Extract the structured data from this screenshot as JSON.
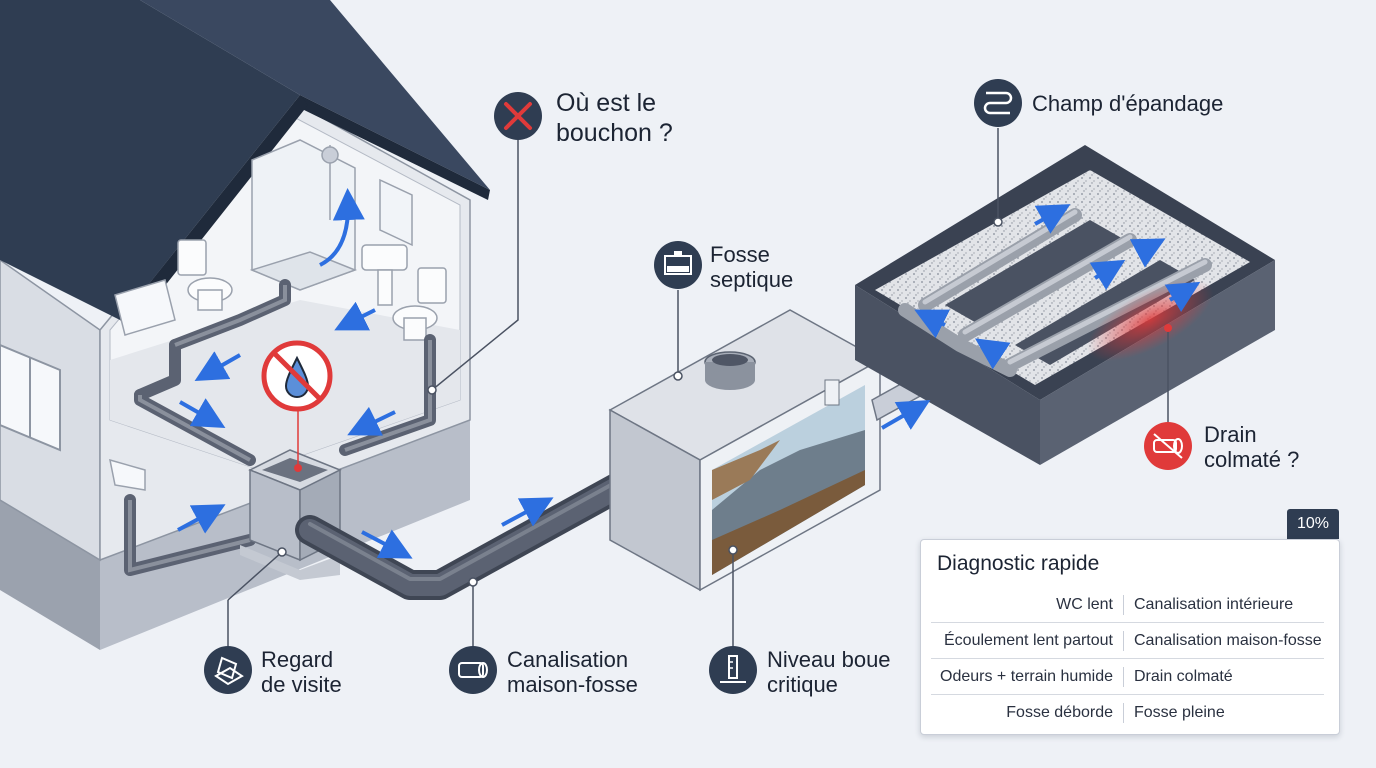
{
  "labels": {
    "bouchon": [
      "Où est le",
      "bouchon ?"
    ],
    "champ": [
      "Champ d'épandage"
    ],
    "fosse": [
      "Fosse",
      "septique"
    ],
    "drain": [
      "Drain",
      "colmaté ?"
    ],
    "regard": [
      "Regard",
      "de visite"
    ],
    "canalisation": [
      "Canalisation",
      "maison-fosse"
    ],
    "niveau": [
      "Niveau boue",
      "critique"
    ]
  },
  "icons": {
    "bouchon": "x-mark-icon",
    "champ": "drain-pipes-icon",
    "fosse": "tank-icon",
    "drain": "blocked-pipe-icon",
    "regard": "manhole-icon",
    "canalisation": "pipe-icon",
    "niveau": "sludge-gauge-icon",
    "no_water": "no-water-icon"
  },
  "diagnostic": {
    "title": "Diagnostic rapide",
    "badge": "10%",
    "rows": [
      {
        "symptom": "WC lent",
        "cause": "Canalisation intérieure"
      },
      {
        "symptom": "Écoulement lent partout",
        "cause": "Canalisation maison-fosse"
      },
      {
        "symptom": "Odeurs + terrain humide",
        "cause": "Drain colmaté"
      },
      {
        "symptom": "Fosse déborde",
        "cause": "Fosse pleine"
      }
    ]
  },
  "colors": {
    "background": "#eef1f6",
    "roof": "#2f3d52",
    "wall": "#c9ced8",
    "pipe": "#4a5160",
    "flow_arrow": "#2d6fe0",
    "alert": "#e03a3a",
    "icon_circle": "#2f3d52",
    "gravel": "#d8dbe0",
    "sludge": "#7a5b3c",
    "water": "#a9c4d6"
  }
}
